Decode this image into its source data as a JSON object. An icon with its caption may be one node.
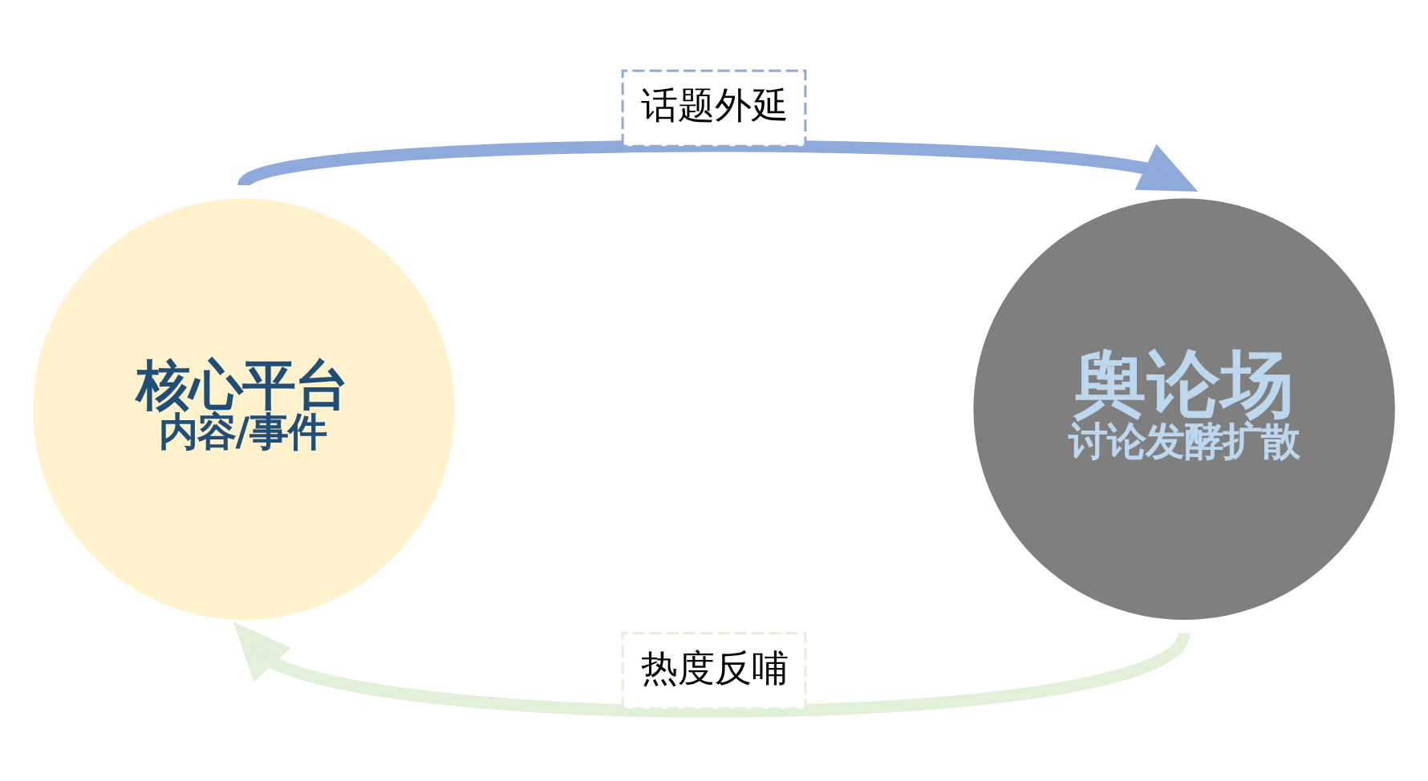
{
  "diagram": {
    "nodes": [
      {
        "text": [
          "核心平台",
          "内容/事件"
        ]
      },
      {
        "text": [
          "舆论场",
          "讨论发酵扩散"
        ]
      }
    ],
    "edges": [
      {
        "from": 0,
        "to": 1,
        "arrow": "to",
        "label": "话题外延",
        "color": "#8eaadb"
      },
      {
        "from": 1,
        "to": 0,
        "arrow": "to",
        "label": "热度反哺",
        "color": "#e2efd9"
      }
    ]
  }
}
